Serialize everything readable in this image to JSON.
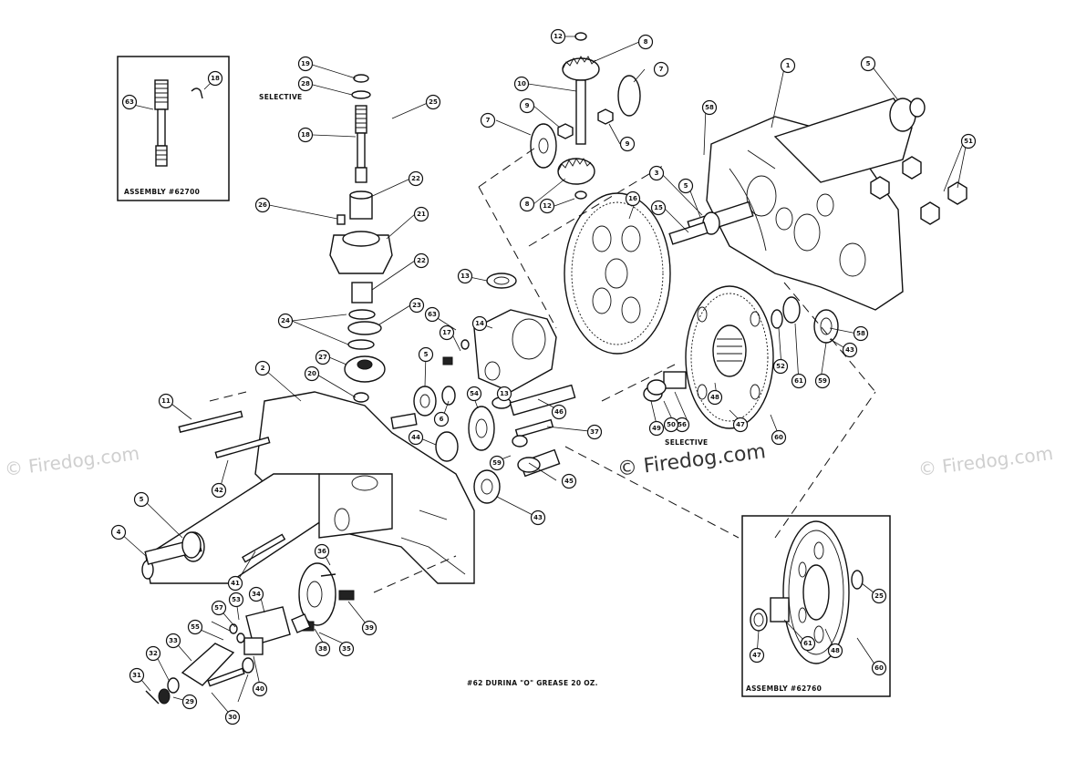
{
  "watermarks": {
    "main": "© Firedog.com",
    "left": "© Firedog.com",
    "right": "© Firedog.com"
  },
  "captions": {
    "assembly_62700": "ASSEMBLY #62700",
    "assembly_62760": "ASSEMBLY #62760",
    "grease_note": "#62 DURINA \"O\" GREASE 20 OZ.",
    "selective_top": "SELECTIVE",
    "selective_mid": "SELECTIVE"
  },
  "labels": [
    "12",
    "8",
    "10",
    "7",
    "9",
    "9",
    "7",
    "8",
    "12",
    "1",
    "5",
    "58",
    "51",
    "3",
    "5",
    "15",
    "16",
    "19",
    "28",
    "25",
    "18",
    "22",
    "26",
    "21",
    "22",
    "13",
    "24",
    "23",
    "63",
    "14",
    "17",
    "5",
    "27",
    "20",
    "2",
    "6",
    "54",
    "13",
    "46",
    "37",
    "44",
    "59",
    "45",
    "43",
    "11",
    "42",
    "5",
    "4",
    "41",
    "36",
    "39",
    "38",
    "35",
    "34",
    "57",
    "53",
    "55",
    "33",
    "32",
    "31",
    "29",
    "30",
    "40",
    "56",
    "50",
    "49",
    "48",
    "47",
    "60",
    "52",
    "61",
    "58",
    "43",
    "59",
    "63",
    "18",
    "25",
    "61",
    "47",
    "48",
    "60",
    "52"
  ]
}
